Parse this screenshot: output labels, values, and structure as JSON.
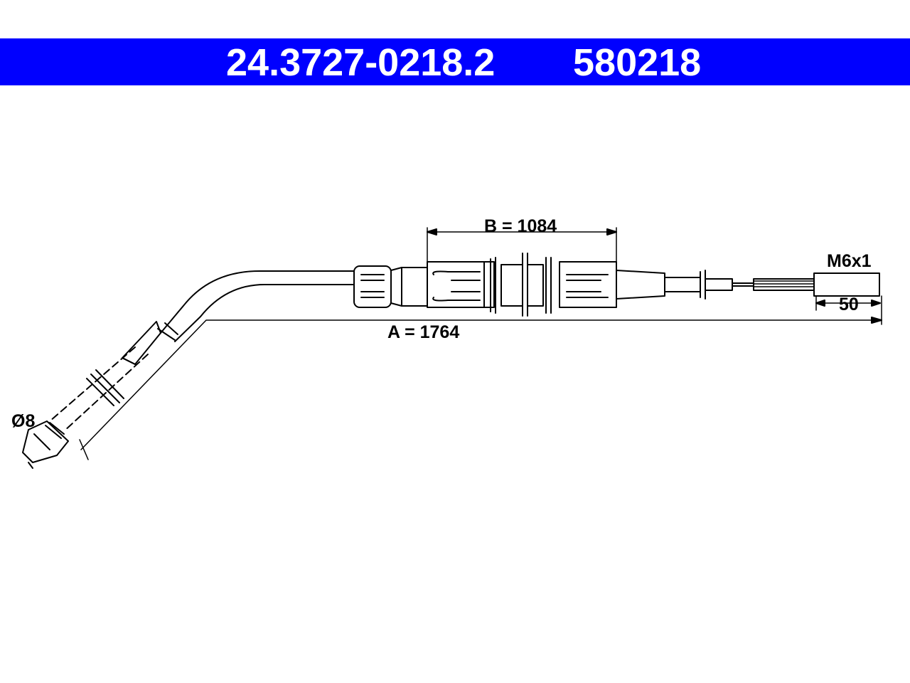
{
  "header": {
    "part_number": "24.3727-0218.2",
    "article_number": "580218"
  },
  "colors": {
    "header_bg": "#0000ff",
    "header_text": "#ffffff",
    "line": "#000000"
  },
  "dimensions": {
    "a": "A = 1764",
    "b": "B = 1084",
    "thread": "M6x1",
    "thread_length": "50",
    "diameter": "Ø8"
  }
}
